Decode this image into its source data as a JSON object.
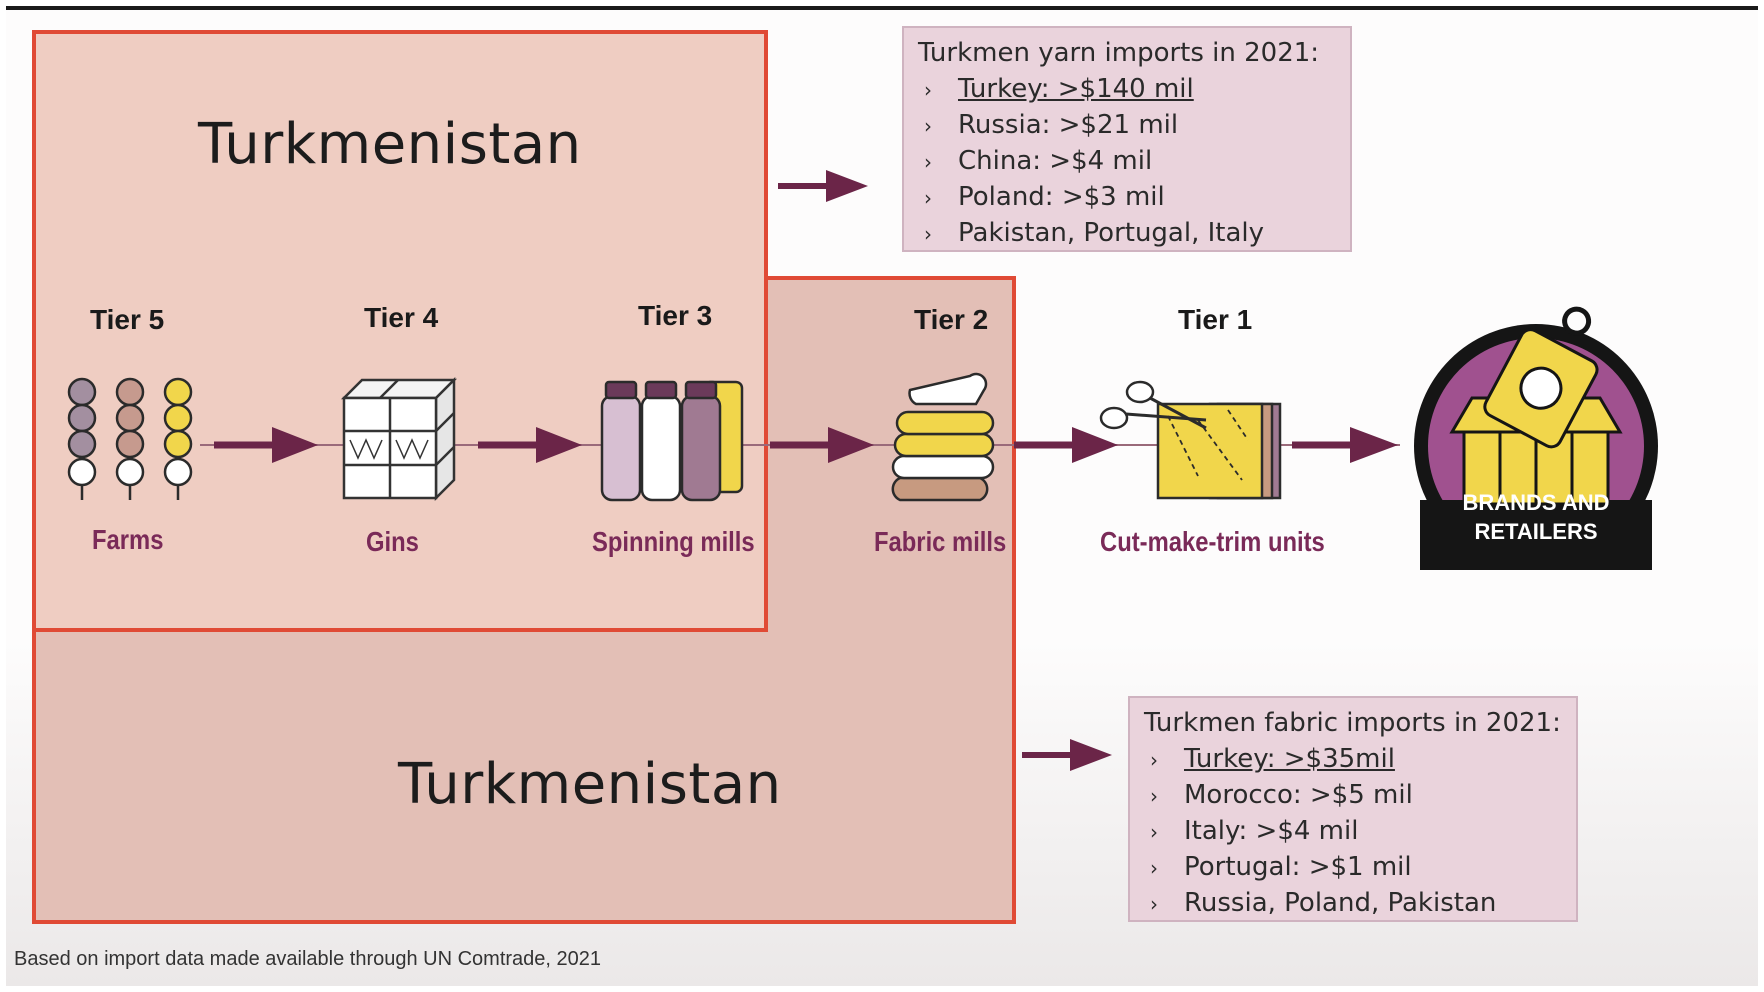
{
  "regions": {
    "upper_label": "Turkmenistan",
    "lower_label": "Turkmenistan"
  },
  "yarn_imports": {
    "title": "Turkmen yarn imports in 2021:",
    "items": [
      "Turkey: >$140 mil",
      "Russia: >$21 mil",
      "China: >$4 mil",
      "Poland: >$3 mil",
      "Pakistan, Portugal, Italy"
    ]
  },
  "fabric_imports": {
    "title": "Turkmen fabric imports in 2021:",
    "items": [
      "Turkey: >$35mil",
      "Morocco: >$5 mil",
      "Italy: >$4 mil",
      "Portugal: >$1 mil",
      "Russia, Poland, Pakistan"
    ]
  },
  "tiers": [
    {
      "tier": "Tier 5",
      "stage": "Farms",
      "icon": "cotton-plants-icon"
    },
    {
      "tier": "Tier 4",
      "stage": "Gins",
      "icon": "cotton-bales-icon"
    },
    {
      "tier": "Tier 3",
      "stage": "Spinning mills",
      "icon": "yarn-spools-icon"
    },
    {
      "tier": "Tier 2",
      "stage": "Fabric mills",
      "icon": "fabric-stack-icon"
    },
    {
      "tier": "Tier 1",
      "stage": "Cut-make-trim units",
      "icon": "scissors-fabric-icon"
    }
  ],
  "brand": {
    "line1": "BRANDS AND",
    "line2": "RETAILERS",
    "icon": "shopping-tag-icon"
  },
  "footnote": "Based on import data made available through UN Comtrade, 2021",
  "colors": {
    "region_border": "#e04a35",
    "arrow": "#6b2548",
    "stage_label": "#7a2a58",
    "info_box": "#ead3dc",
    "brand_circle": "#a0518f",
    "icon_yellow": "#f1d64b"
  }
}
